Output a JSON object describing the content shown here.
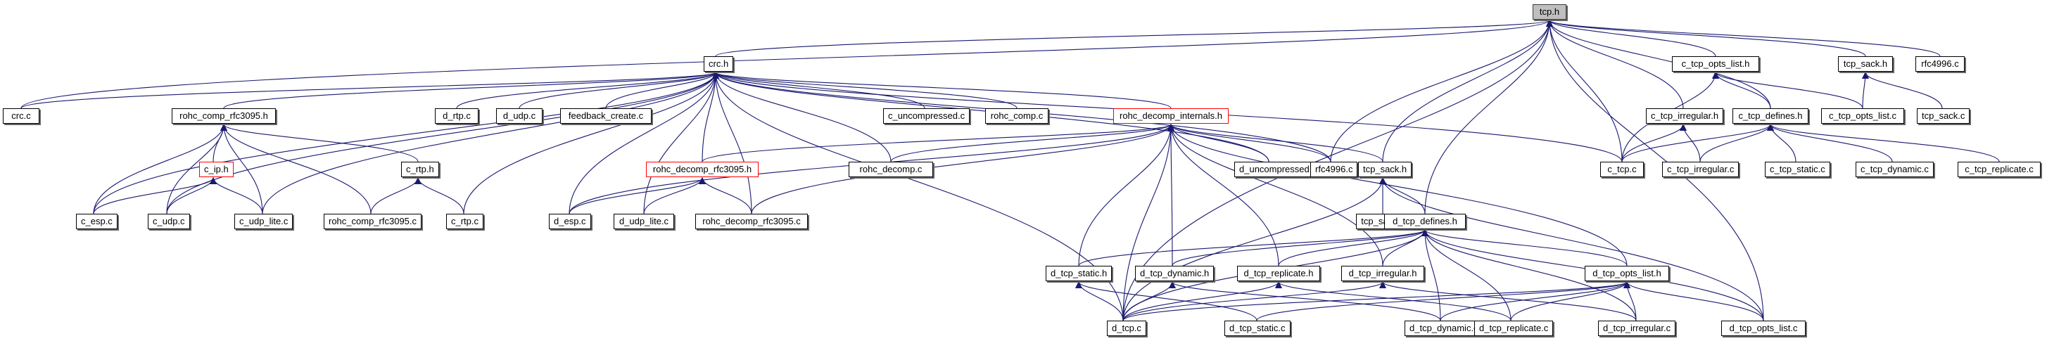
{
  "graph": {
    "title": "tcp.h include dependency graph",
    "colors": {
      "edge": "#191970",
      "root_fill": "#bfbfbf",
      "truncated_border": "#ff0000",
      "border": "#000000"
    },
    "nodes": [
      {
        "id": "tcp_h",
        "label": "tcp.h",
        "kind": "root"
      },
      {
        "id": "crc_h",
        "label": "crc.h",
        "kind": "normal"
      },
      {
        "id": "c_tcp_opts_list_h",
        "label": "c_tcp_opts_list.h",
        "kind": "normal"
      },
      {
        "id": "tcp_sack_h",
        "label": "tcp_sack.h",
        "kind": "normal"
      },
      {
        "id": "rfc4996_c_top",
        "label": "rfc4996.c",
        "kind": "normal"
      },
      {
        "id": "crc_c",
        "label": "crc.c",
        "kind": "normal"
      },
      {
        "id": "rohc_comp_rfc3095_h",
        "label": "rohc_comp_rfc3095.h",
        "kind": "normal"
      },
      {
        "id": "d_rtp_c",
        "label": "d_rtp.c",
        "kind": "normal"
      },
      {
        "id": "d_udp_c",
        "label": "d_udp.c",
        "kind": "normal"
      },
      {
        "id": "feedback_create_c",
        "label": "feedback_create.c",
        "kind": "normal"
      },
      {
        "id": "c_uncompressed_c",
        "label": "c_uncompressed.c",
        "kind": "normal"
      },
      {
        "id": "rohc_comp_c",
        "label": "rohc_comp.c",
        "kind": "normal"
      },
      {
        "id": "rohc_decomp_internals_h",
        "label": "rohc_decomp_internals.h",
        "kind": "truncated"
      },
      {
        "id": "c_tcp_irregular_h",
        "label": "c_tcp_irregular.h",
        "kind": "normal"
      },
      {
        "id": "c_tcp_defines_h",
        "label": "c_tcp_defines.h",
        "kind": "normal"
      },
      {
        "id": "c_tcp_opts_list_c",
        "label": "c_tcp_opts_list.c",
        "kind": "normal"
      },
      {
        "id": "tcp_sack_c_top",
        "label": "tcp_sack.c",
        "kind": "normal"
      },
      {
        "id": "c_ip_h",
        "label": "c_ip.h",
        "kind": "truncated"
      },
      {
        "id": "c_rtp_h",
        "label": "c_rtp.h",
        "kind": "normal"
      },
      {
        "id": "rohc_decomp_rfc3095_h",
        "label": "rohc_decomp_rfc3095.h",
        "kind": "truncated"
      },
      {
        "id": "rohc_decomp_c",
        "label": "rohc_decomp.c",
        "kind": "normal"
      },
      {
        "id": "d_uncompressed_c",
        "label": "d_uncompressed.c",
        "kind": "normal"
      },
      {
        "id": "rfc4996_c",
        "label": "rfc4996.c",
        "kind": "normal"
      },
      {
        "id": "tcp_sack_h2",
        "label": "tcp_sack.h",
        "kind": "normal"
      },
      {
        "id": "c_tcp_c",
        "label": "c_tcp.c",
        "kind": "normal"
      },
      {
        "id": "c_tcp_irregular_c",
        "label": "c_tcp_irregular.c",
        "kind": "normal"
      },
      {
        "id": "c_tcp_static_c",
        "label": "c_tcp_static.c",
        "kind": "normal"
      },
      {
        "id": "c_tcp_dynamic_c",
        "label": "c_tcp_dynamic.c",
        "kind": "normal"
      },
      {
        "id": "c_tcp_replicate_c",
        "label": "c_tcp_replicate.c",
        "kind": "normal"
      },
      {
        "id": "c_esp_c",
        "label": "c_esp.c",
        "kind": "normal"
      },
      {
        "id": "c_udp_c",
        "label": "c_udp.c",
        "kind": "normal"
      },
      {
        "id": "c_udp_lite_c",
        "label": "c_udp_lite.c",
        "kind": "normal"
      },
      {
        "id": "rohc_comp_rfc3095_c",
        "label": "rohc_comp_rfc3095.c",
        "kind": "normal"
      },
      {
        "id": "c_rtp_c",
        "label": "c_rtp.c",
        "kind": "normal"
      },
      {
        "id": "d_esp_c",
        "label": "d_esp.c",
        "kind": "normal"
      },
      {
        "id": "d_udp_lite_c",
        "label": "d_udp_lite.c",
        "kind": "normal"
      },
      {
        "id": "rohc_decomp_rfc3095_c",
        "label": "rohc_decomp_rfc3095.c",
        "kind": "normal"
      },
      {
        "id": "tcp_sack_c",
        "label": "tcp_sack.c",
        "kind": "normal"
      },
      {
        "id": "d_tcp_defines_h",
        "label": "d_tcp_defines.h",
        "kind": "normal"
      },
      {
        "id": "d_tcp_static_h",
        "label": "d_tcp_static.h",
        "kind": "normal"
      },
      {
        "id": "d_tcp_dynamic_h",
        "label": "d_tcp_dynamic.h",
        "kind": "normal"
      },
      {
        "id": "d_tcp_replicate_h",
        "label": "d_tcp_replicate.h",
        "kind": "normal"
      },
      {
        "id": "d_tcp_irregular_h",
        "label": "d_tcp_irregular.h",
        "kind": "normal"
      },
      {
        "id": "d_tcp_opts_list_h",
        "label": "d_tcp_opts_list.h",
        "kind": "normal"
      },
      {
        "id": "d_tcp_c",
        "label": "d_tcp.c",
        "kind": "normal"
      },
      {
        "id": "d_tcp_static_c",
        "label": "d_tcp_static.c",
        "kind": "normal"
      },
      {
        "id": "d_tcp_dynamic_c",
        "label": "d_tcp_dynamic.c",
        "kind": "normal"
      },
      {
        "id": "d_tcp_replicate_c",
        "label": "d_tcp_replicate.c",
        "kind": "normal"
      },
      {
        "id": "d_tcp_irregular_c",
        "label": "d_tcp_irregular.c",
        "kind": "normal"
      },
      {
        "id": "d_tcp_opts_list_c",
        "label": "d_tcp_opts_list.c",
        "kind": "normal"
      }
    ],
    "edges": [
      [
        "crc_h",
        "tcp_h"
      ],
      [
        "c_tcp_opts_list_h",
        "tcp_h"
      ],
      [
        "tcp_sack_h",
        "tcp_h"
      ],
      [
        "rfc4996_c_top",
        "tcp_h"
      ],
      [
        "crc_c",
        "tcp_h"
      ],
      [
        "c_tcp_defines_h",
        "tcp_h"
      ],
      [
        "c_tcp_irregular_h",
        "tcp_h"
      ],
      [
        "c_tcp_c",
        "tcp_h"
      ],
      [
        "rfc4996_c",
        "tcp_h"
      ],
      [
        "tcp_sack_h2",
        "tcp_h"
      ],
      [
        "d_tcp_defines_h",
        "tcp_h"
      ],
      [
        "d_tcp_c",
        "tcp_h"
      ],
      [
        "d_tcp_opts_list_c",
        "tcp_h"
      ],
      [
        "crc_c",
        "crc_h"
      ],
      [
        "rohc_comp_rfc3095_h",
        "crc_h"
      ],
      [
        "d_rtp_c",
        "crc_h"
      ],
      [
        "d_udp_c",
        "crc_h"
      ],
      [
        "feedback_create_c",
        "crc_h"
      ],
      [
        "c_uncompressed_c",
        "crc_h"
      ],
      [
        "rohc_comp_c",
        "crc_h"
      ],
      [
        "rohc_decomp_internals_h",
        "crc_h"
      ],
      [
        "c_esp_c",
        "crc_h"
      ],
      [
        "c_udp_c",
        "crc_h"
      ],
      [
        "c_udp_lite_c",
        "crc_h"
      ],
      [
        "c_rtp_c",
        "crc_h"
      ],
      [
        "d_esp_c",
        "crc_h"
      ],
      [
        "d_udp_lite_c",
        "crc_h"
      ],
      [
        "rohc_decomp_rfc3095_h",
        "crc_h"
      ],
      [
        "rohc_decomp_c",
        "crc_h"
      ],
      [
        "d_uncompressed_c",
        "crc_h"
      ],
      [
        "rfc4996_c",
        "crc_h"
      ],
      [
        "c_tcp_c",
        "crc_h"
      ],
      [
        "d_tcp_c",
        "crc_h"
      ],
      [
        "rohc_decomp_rfc3095_c",
        "crc_h"
      ],
      [
        "c_ip_h",
        "rohc_comp_rfc3095_h"
      ],
      [
        "c_rtp_h",
        "rohc_comp_rfc3095_h"
      ],
      [
        "c_esp_c",
        "rohc_comp_rfc3095_h"
      ],
      [
        "c_udp_c",
        "rohc_comp_rfc3095_h"
      ],
      [
        "c_udp_lite_c",
        "rohc_comp_rfc3095_h"
      ],
      [
        "rohc_comp_rfc3095_c",
        "rohc_comp_rfc3095_h"
      ],
      [
        "c_esp_c",
        "c_ip_h"
      ],
      [
        "c_udp_c",
        "c_ip_h"
      ],
      [
        "c_udp_lite_c",
        "c_ip_h"
      ],
      [
        "rohc_comp_rfc3095_c",
        "c_rtp_h"
      ],
      [
        "c_rtp_c",
        "c_rtp_h"
      ],
      [
        "d_esp_c",
        "rohc_decomp_rfc3095_h"
      ],
      [
        "d_udp_lite_c",
        "rohc_decomp_rfc3095_h"
      ],
      [
        "rohc_decomp_rfc3095_c",
        "rohc_decomp_rfc3095_h"
      ],
      [
        "rohc_decomp_rfc3095_h",
        "rohc_decomp_internals_h"
      ],
      [
        "rohc_decomp_c",
        "rohc_decomp_internals_h"
      ],
      [
        "d_uncompressed_c",
        "rohc_decomp_internals_h"
      ],
      [
        "rfc4996_c",
        "rohc_decomp_internals_h"
      ],
      [
        "tcp_sack_h2",
        "rohc_decomp_internals_h"
      ],
      [
        "rohc_decomp_rfc3095_c",
        "rohc_decomp_internals_h"
      ],
      [
        "d_tcp_static_h",
        "rohc_decomp_internals_h"
      ],
      [
        "d_tcp_dynamic_h",
        "rohc_decomp_internals_h"
      ],
      [
        "d_tcp_replicate_h",
        "rohc_decomp_internals_h"
      ],
      [
        "d_tcp_irregular_h",
        "rohc_decomp_internals_h"
      ],
      [
        "d_tcp_opts_list_h",
        "rohc_decomp_internals_h"
      ],
      [
        "d_tcp_c",
        "rohc_decomp_internals_h"
      ],
      [
        "d_esp_c",
        "rohc_decomp_internals_h"
      ],
      [
        "c_tcp_c",
        "c_tcp_opts_list_h"
      ],
      [
        "c_tcp_defines_h",
        "c_tcp_opts_list_h"
      ],
      [
        "c_tcp_opts_list_c",
        "c_tcp_opts_list_h"
      ],
      [
        "c_tcp_opts_list_c",
        "tcp_sack_h"
      ],
      [
        "tcp_sack_c_top",
        "tcp_sack_h"
      ],
      [
        "c_tcp_c",
        "c_tcp_irregular_h"
      ],
      [
        "c_tcp_irregular_c",
        "c_tcp_irregular_h"
      ],
      [
        "c_tcp_c",
        "c_tcp_defines_h"
      ],
      [
        "c_tcp_irregular_c",
        "c_tcp_defines_h"
      ],
      [
        "c_tcp_static_c",
        "c_tcp_defines_h"
      ],
      [
        "c_tcp_dynamic_c",
        "c_tcp_defines_h"
      ],
      [
        "c_tcp_replicate_c",
        "c_tcp_defines_h"
      ],
      [
        "tcp_sack_c",
        "tcp_sack_h2"
      ],
      [
        "d_tcp_defines_h",
        "tcp_sack_h2"
      ],
      [
        "d_tcp_c",
        "tcp_sack_h2"
      ],
      [
        "d_tcp_opts_list_c",
        "tcp_sack_h2"
      ],
      [
        "d_tcp_static_h",
        "d_tcp_defines_h"
      ],
      [
        "d_tcp_dynamic_h",
        "d_tcp_defines_h"
      ],
      [
        "d_tcp_replicate_h",
        "d_tcp_defines_h"
      ],
      [
        "d_tcp_irregular_h",
        "d_tcp_defines_h"
      ],
      [
        "d_tcp_opts_list_h",
        "d_tcp_defines_h"
      ],
      [
        "d_tcp_c",
        "d_tcp_defines_h"
      ],
      [
        "d_tcp_dynamic_c",
        "d_tcp_defines_h"
      ],
      [
        "d_tcp_replicate_c",
        "d_tcp_defines_h"
      ],
      [
        "d_tcp_irregular_c",
        "d_tcp_defines_h"
      ],
      [
        "d_tcp_opts_list_c",
        "d_tcp_defines_h"
      ],
      [
        "d_tcp_c",
        "d_tcp_static_h"
      ],
      [
        "d_tcp_static_c",
        "d_tcp_static_h"
      ],
      [
        "d_tcp_c",
        "d_tcp_dynamic_h"
      ],
      [
        "d_tcp_dynamic_c",
        "d_tcp_dynamic_h"
      ],
      [
        "d_tcp_c",
        "d_tcp_replicate_h"
      ],
      [
        "d_tcp_replicate_c",
        "d_tcp_replicate_h"
      ],
      [
        "d_tcp_c",
        "d_tcp_irregular_h"
      ],
      [
        "d_tcp_irregular_c",
        "d_tcp_irregular_h"
      ],
      [
        "d_tcp_c",
        "d_tcp_opts_list_h"
      ],
      [
        "d_tcp_static_c",
        "d_tcp_opts_list_h"
      ],
      [
        "d_tcp_dynamic_c",
        "d_tcp_opts_list_h"
      ],
      [
        "d_tcp_replicate_c",
        "d_tcp_opts_list_h"
      ],
      [
        "d_tcp_irregular_c",
        "d_tcp_opts_list_h"
      ],
      [
        "d_tcp_opts_list_c",
        "d_tcp_opts_list_h"
      ]
    ]
  }
}
